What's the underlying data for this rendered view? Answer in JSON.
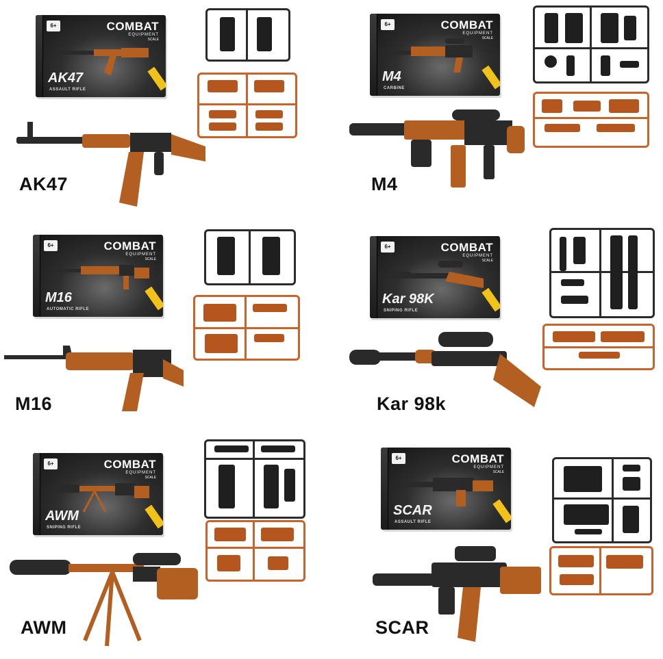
{
  "box_text": {
    "brand": "COMBAT",
    "equipment": "EQUIPMENT",
    "scale": "SCALE",
    "age": "6+"
  },
  "products": [
    {
      "label": "AK47",
      "box_model": "AK47",
      "box_sub": "ASSAULT RIFLE"
    },
    {
      "label": "M4",
      "box_model": "M4",
      "box_sub": "CARBINE"
    },
    {
      "label": "M16",
      "box_model": "M16",
      "box_sub": "AUTOMATIC RIFLE"
    },
    {
      "label": "Kar 98k",
      "box_model": "Kar 98K",
      "box_sub": "SNIPING RIFLE"
    },
    {
      "label": "AWM",
      "box_model": "AWM",
      "box_sub": "SNIPING RIFLE"
    },
    {
      "label": "SCAR",
      "box_model": "SCAR",
      "box_sub": "ASSAULT RIFLE"
    }
  ],
  "colors": {
    "wood": "#b35f22",
    "metal": "#2a2a2a",
    "sprue_orange": "#c8642b",
    "sprue_black": "#2b2b2b"
  }
}
